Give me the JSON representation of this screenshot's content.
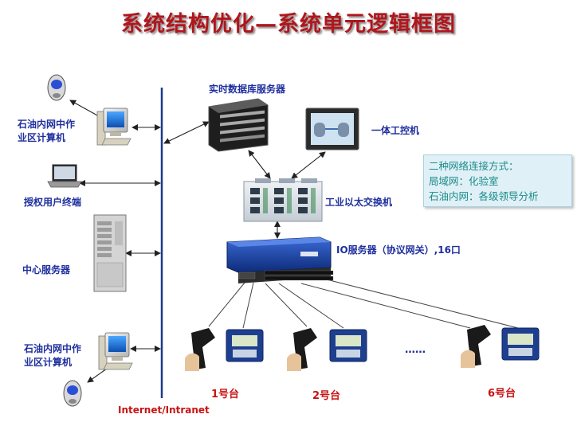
{
  "title": "系统结构优化—系统单元逻辑框图",
  "labels": {
    "db_server": "实时数据库服务器",
    "industrial_pc": "一体工控机",
    "office_pc_top": "石油内网中作\n业区计算机",
    "auth_terminal": "授权用户终端",
    "center_server": "中心服务器",
    "switch": "工业以太交换机",
    "io_server": "IO服务器（协议网关）,16口",
    "office_pc_bottom": "石油内网中作\n业区计算机",
    "backbone": "Internet/Intranet",
    "station_1": "1号台",
    "station_2": "2号台",
    "station_6": "6号台",
    "ellipsis": "……"
  },
  "info_box": {
    "heading": "二种网络连接方式：",
    "line1": "局域网：化验室",
    "line2": "石油内网：各级领导分析"
  },
  "colors": {
    "title": "#b0161c",
    "label": "#1f2f9e",
    "station_label": "#c81414",
    "backbone": "#1b3a8c",
    "info_text": "#1a8a8a"
  }
}
